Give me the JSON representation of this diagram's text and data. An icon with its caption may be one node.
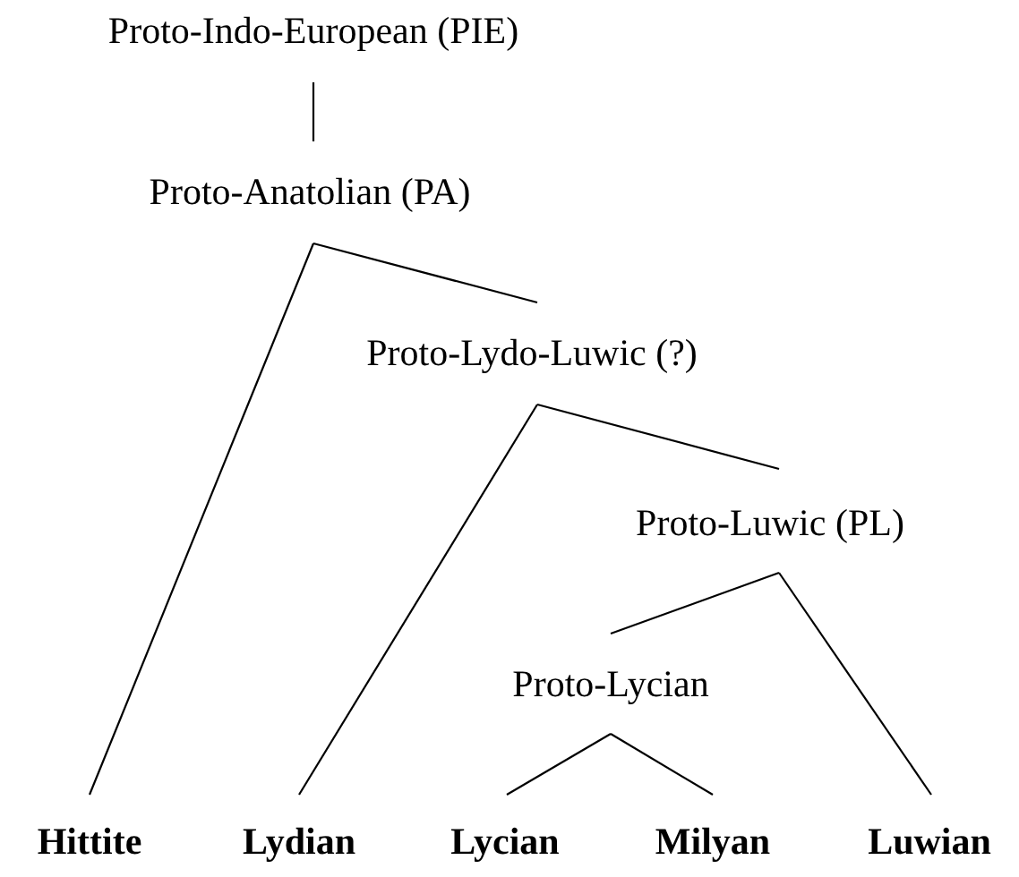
{
  "diagram": {
    "nodes": [
      {
        "text": [
          "Proto-Indo-European (PIE)"
        ]
      },
      {
        "text": [
          "Proto-Anatolian (PA)"
        ]
      },
      {
        "text": [
          "Proto-Lydo-Luwic (?)"
        ]
      },
      {
        "text": [
          "Proto-Luwic (PL)"
        ]
      },
      {
        "text": [
          "Proto-Lycian"
        ]
      },
      {
        "text": [
          "Hittite"
        ]
      },
      {
        "text": [
          "Lydian"
        ]
      },
      {
        "text": [
          "Lycian"
        ]
      },
      {
        "text": [
          "Milyan"
        ]
      },
      {
        "text": [
          "Luwian"
        ]
      }
    ],
    "edges": [
      {
        "from": 0,
        "to": 1,
        "arrow": "none"
      },
      {
        "from": 1,
        "to": 5,
        "arrow": "none"
      },
      {
        "from": 1,
        "to": 2,
        "arrow": "none"
      },
      {
        "from": 2,
        "to": 6,
        "arrow": "none"
      },
      {
        "from": 2,
        "to": 3,
        "arrow": "none"
      },
      {
        "from": 3,
        "to": 4,
        "arrow": "none"
      },
      {
        "from": 3,
        "to": 9,
        "arrow": "none"
      },
      {
        "from": 4,
        "to": 7,
        "arrow": "none"
      },
      {
        "from": 4,
        "to": 8,
        "arrow": "none"
      }
    ]
  }
}
